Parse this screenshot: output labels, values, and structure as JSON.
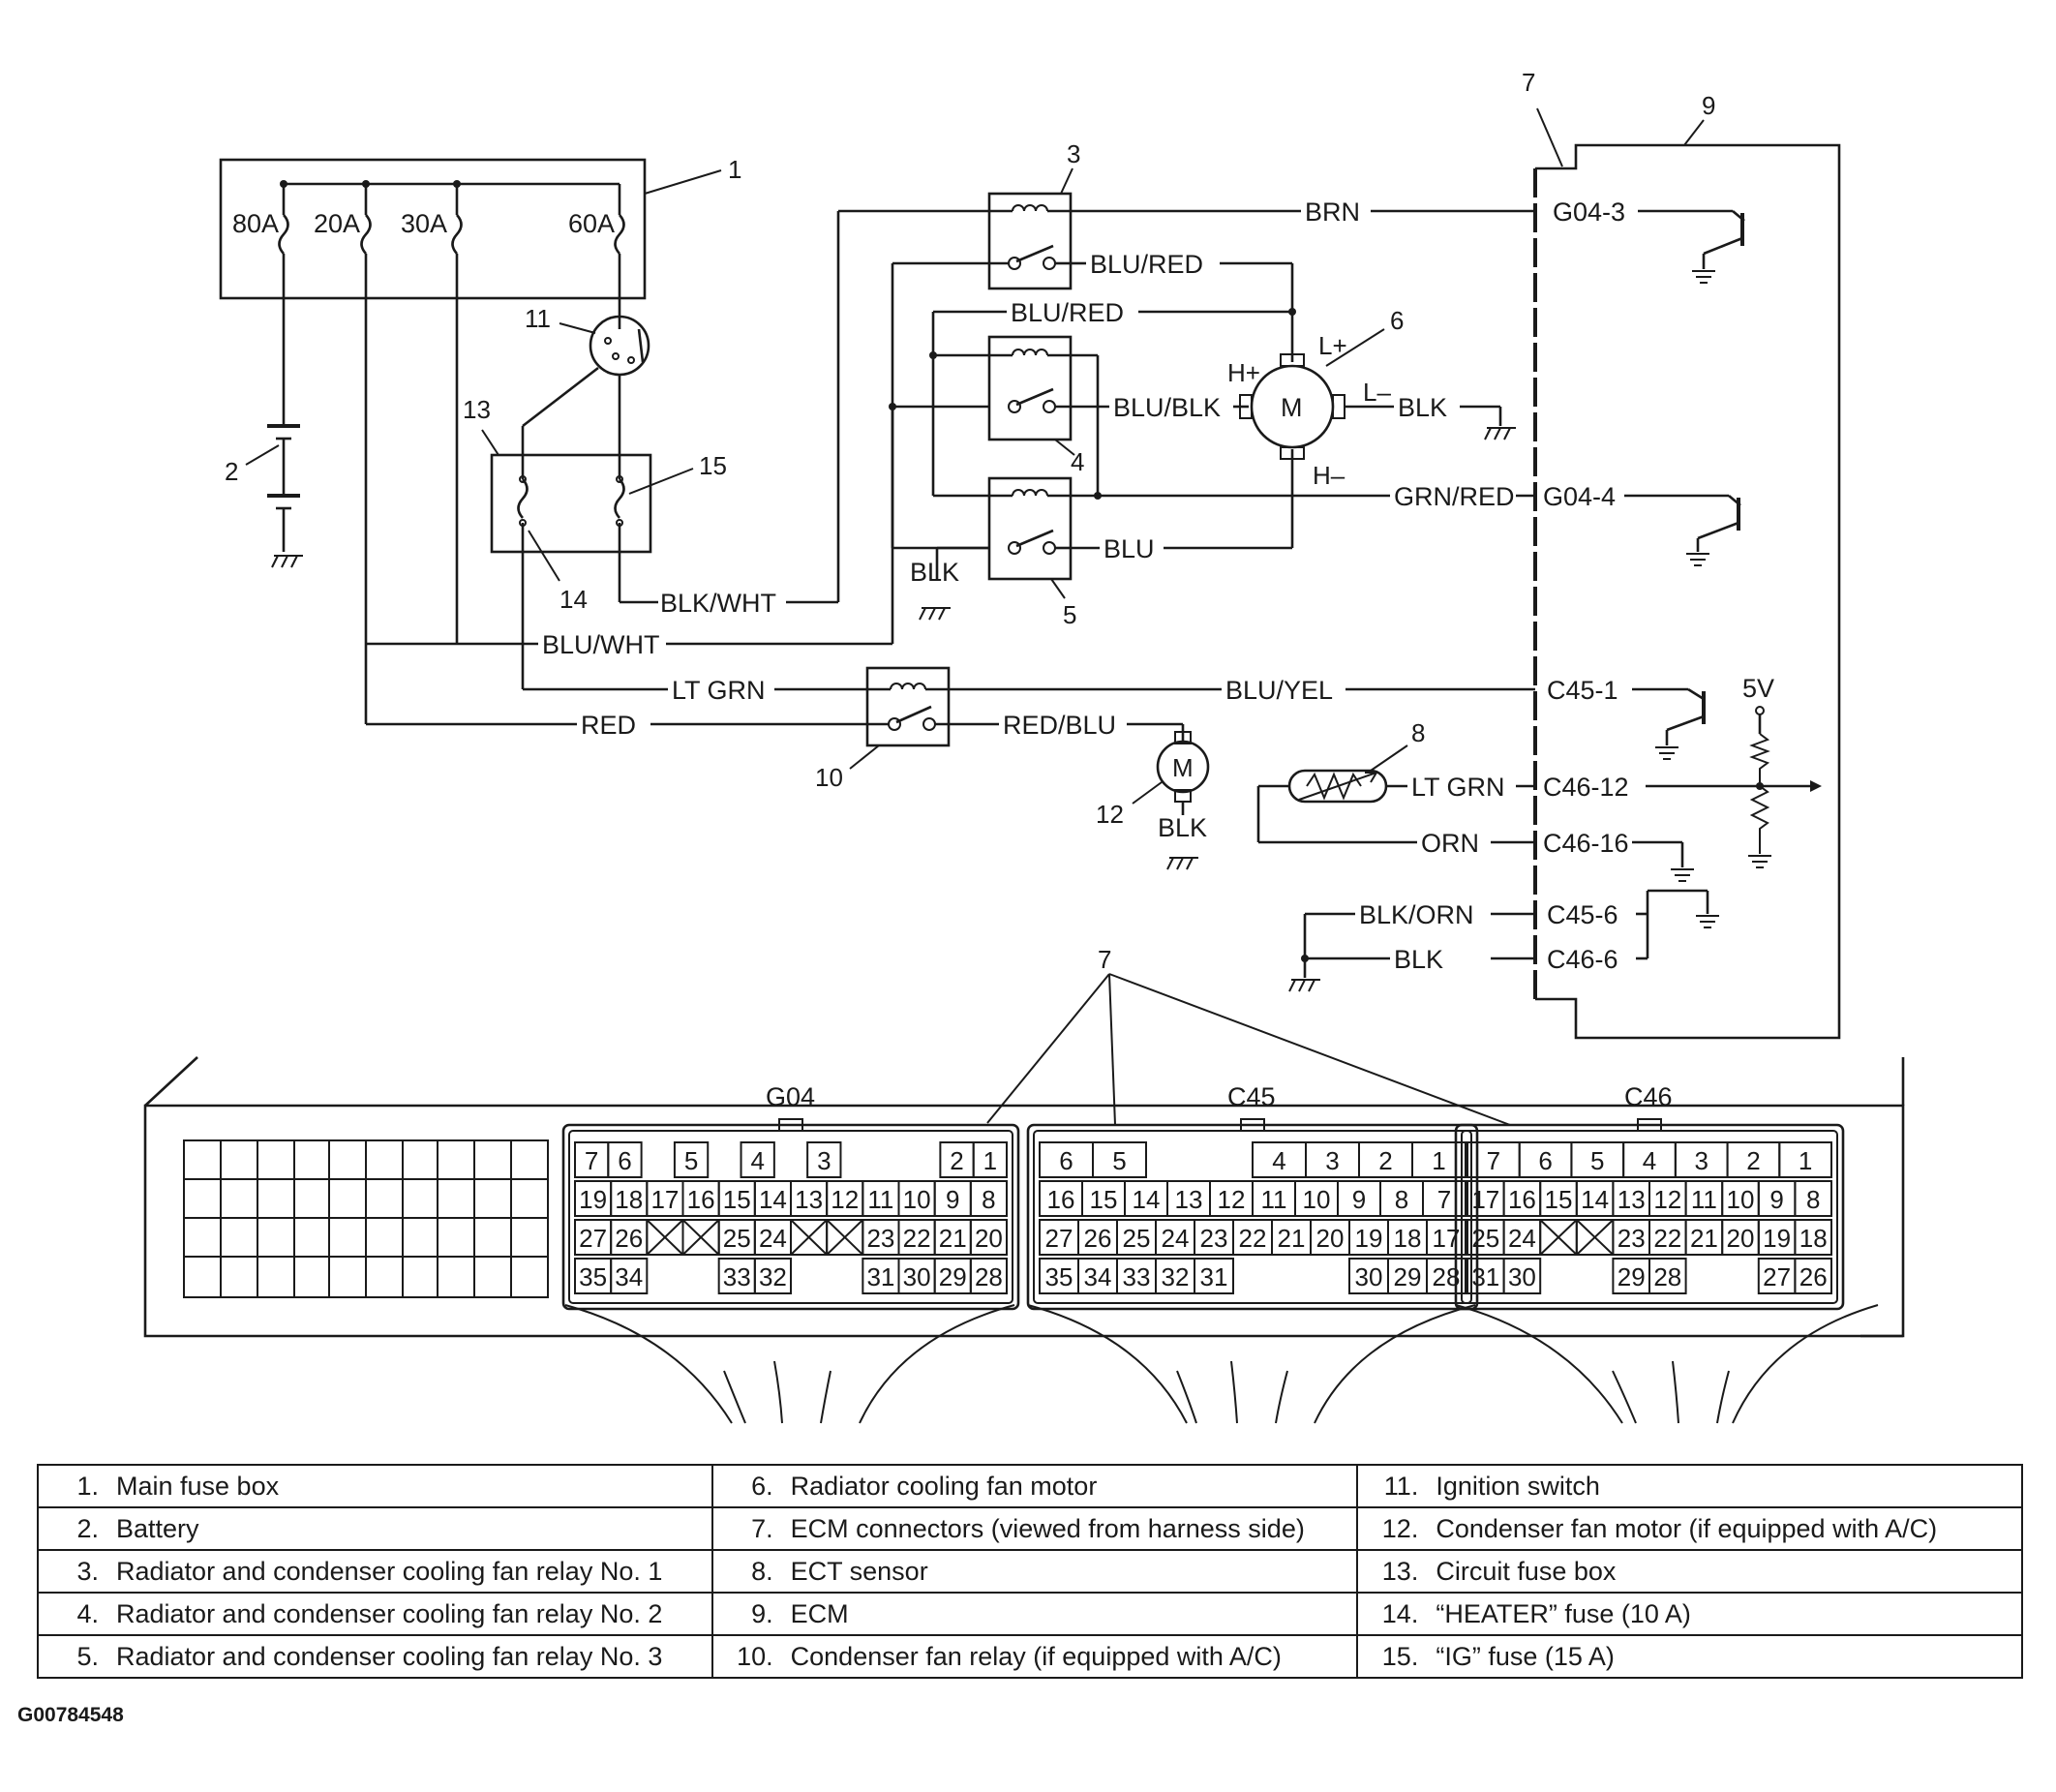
{
  "fuses": [
    "80A",
    "20A",
    "30A",
    "60A"
  ],
  "callouts": [
    "1",
    "2",
    "3",
    "4",
    "5",
    "6",
    "7",
    "8",
    "9",
    "10",
    "11",
    "12",
    "13",
    "14",
    "15",
    "7"
  ],
  "wires": {
    "brn": "BRN",
    "blu_red_1": "BLU/RED",
    "blu_red_2": "BLU/RED",
    "blu_blk": "BLU/BLK",
    "blk_motor": "BLK",
    "grn_red": "GRN/RED",
    "blu": "BLU",
    "blk_relay": "BLK",
    "blk_wht": "BLK/WHT",
    "blu_wht": "BLU/WHT",
    "lt_grn_1": "LT GRN",
    "blu_yel": "BLU/YEL",
    "red": "RED",
    "red_blu": "RED/BLU",
    "blk_cond": "BLK",
    "lt_grn_2": "LT GRN",
    "orn": "ORN",
    "blk_orn": "BLK/ORN",
    "blk_ground": "BLK"
  },
  "terminals": [
    "L+",
    "H+",
    "L–",
    "H–"
  ],
  "motor_glyph": "M",
  "voltage": "5V",
  "pins": [
    "G04-3",
    "G04-4",
    "C45-1",
    "C46-12",
    "C46-16",
    "C45-6",
    "C46-6"
  ],
  "connectors": [
    {
      "name": "G04",
      "rows": [
        [
          "7",
          "6",
          "",
          "5",
          "",
          "4",
          "",
          "3",
          "",
          "",
          "",
          "2",
          "1"
        ],
        [
          "19",
          "18",
          "17",
          "16",
          "15",
          "14",
          "13",
          "12",
          "11",
          "10",
          "9",
          "8"
        ],
        [
          "27",
          "26",
          "X",
          "X",
          "25",
          "24",
          "X",
          "X",
          "23",
          "22",
          "21",
          "20"
        ],
        [
          "35",
          "34",
          "",
          "",
          "33",
          "32",
          "",
          "",
          "31",
          "30",
          "29",
          "28"
        ]
      ]
    },
    {
      "name": "C45",
      "rows": [
        [
          "6",
          "5",
          "",
          "",
          "4",
          "3",
          "2",
          "1"
        ],
        [
          "16",
          "15",
          "14",
          "13",
          "12",
          "11",
          "10",
          "9",
          "8",
          "7"
        ],
        [
          "27",
          "26",
          "25",
          "24",
          "23",
          "22",
          "21",
          "20",
          "19",
          "18",
          "17"
        ],
        [
          "35",
          "34",
          "33",
          "32",
          "31",
          "",
          "",
          "",
          "30",
          "29",
          "28"
        ]
      ]
    },
    {
      "name": "C46",
      "rows": [
        [
          "7",
          "6",
          "5",
          "4",
          "3",
          "2",
          "1"
        ],
        [
          "17",
          "16",
          "15",
          "14",
          "13",
          "12",
          "11",
          "10",
          "9",
          "8"
        ],
        [
          "25",
          "24",
          "X",
          "X",
          "23",
          "22",
          "21",
          "20",
          "19",
          "18"
        ],
        [
          "31",
          "30",
          "",
          "",
          "29",
          "28",
          "",
          "",
          "27",
          "26"
        ]
      ]
    }
  ],
  "legend": [
    [
      {
        "n": "1.",
        "t": "Main fuse box"
      },
      {
        "n": "6.",
        "t": "Radiator cooling fan motor"
      },
      {
        "n": "11.",
        "t": "Ignition switch"
      }
    ],
    [
      {
        "n": "2.",
        "t": "Battery"
      },
      {
        "n": "7.",
        "t": "ECM connectors (viewed from harness side)"
      },
      {
        "n": "12.",
        "t": "Condenser fan motor (if equipped with A/C)"
      }
    ],
    [
      {
        "n": "3.",
        "t": "Radiator and condenser cooling fan relay No. 1"
      },
      {
        "n": "8.",
        "t": "ECT sensor"
      },
      {
        "n": "13.",
        "t": "Circuit fuse box"
      }
    ],
    [
      {
        "n": "4.",
        "t": "Radiator and condenser cooling fan relay No. 2"
      },
      {
        "n": "9.",
        "t": "ECM"
      },
      {
        "n": "14.",
        "t": "“HEATER” fuse (10 A)"
      }
    ],
    [
      {
        "n": "5.",
        "t": "Radiator and condenser cooling fan relay No. 3"
      },
      {
        "n": "10.",
        "t": "Condenser fan relay (if equipped with A/C)"
      },
      {
        "n": "15.",
        "t": "“IG” fuse (15 A)"
      }
    ]
  ],
  "figure_id": "G00784548"
}
